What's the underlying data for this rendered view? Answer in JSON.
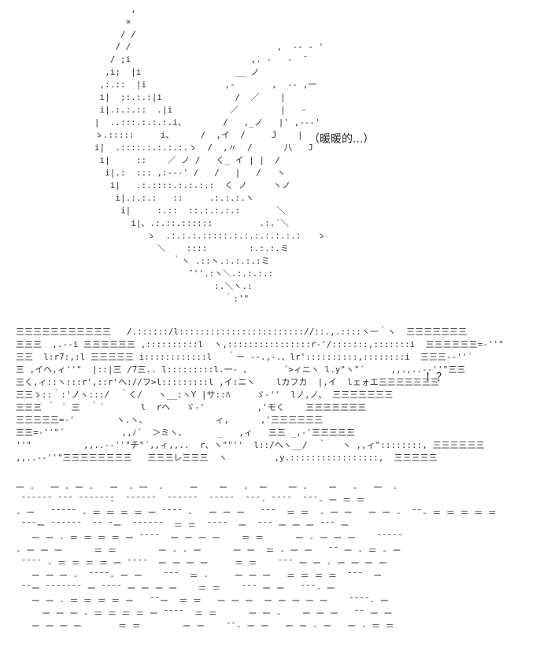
{
  "art": {
    "hand": "          ,\n         ∝\n        / /\n       / /                            ,  -- ‐ '\n      / ;i                       ,. -   -  ̄\n     ,i;  |i                  __ ノ\n    ,:.::  |i               ,‐       ,  ‐- ,一\n    i|  ;:.:.:|i              /  ／    |\n    i|.:.:.::  .|i           ／        |   -\n   |  ..:::.:.:.:.i、       /   ,_ノ   |' ,--‐'\n   ゝ.:::::     i、     /  ,イ  /     J    |\n   i|  .::::.:.:.:.:.ゝ  /  ,〃  /      八   J\n    i|     ::    ／ ノ /   く_ イ | |  /\n     i|.:  ::: ,:---' /   /   |   /   ヽ\n      i|   .:.::::.:.:.:.:  く ノ     ヽノ\n       i|.:.:.:   ::     .:.:.:.ヽ\n        i|     :.::  ::.:.:.:.:       ＼\n          i|、.:.::.::::::         .:.´＼\n             ゝ  .:.:.:.:::::.:.:.:.:.:.:.:   ゝ\n               ＼    ::::        :.:.:.ミ\n                  ｀ヽ .::ヽ.:.:.:.:ミ\n                     ″''.:ヽ＼.:.:.:.:\n                          :.＼ヽ.:\n                            ｀:'\"",
    "mid": "三三三三三三三三三三三   /.::::::/l:::::::::::::::::::::::://::.,.::::ヽ一｀ヽ  三三三三三三三\n三三三  ,.--i 三三三三三三 ,::::::::::l  ヽ,::::::::::::::::r-'/:::::::,:::::::i  三三三三三三=‐''\"\n三三  l:r7:,:l 三三三三三 i::::::::::::l   ｀ー --.,-.、lr'::::::::::,::::::::i  三三三-‐''´\n三 ,イヘ,ィ''\"  |::|三 /7三.. l:::::::::l.一‐ 、      ´>ィニヽ l.y\"ヽ\"´     ,,.,..-‐''\"三三\n三く,ィ::ヽ:::r',::r'ヘ://フ>l:::::::::l ,イ:ニヽ    lカフカ  |,イ  lェォエ三三三三三三三\n三三ゝ::｀:'ノヽ:::/  ｀く/   ヽ__:ヽY |サ::ﾊ     ゞ-''  lノ,ノ、 三三三三三三三\n三三三 ｀ ´ 三  ｀´       l  rヘ   ゞ-'          ,'モく    三三三三三三三\n三三三三三=‐'        ヽ.ヽ、             ィ,      ,'三三三三三三\n三三=‐''\"´           ,,ﾉ´  ＞ミヽ、      _   ,ィ   三三 _,-'三三三三三\n''\"          ,,..-‐''\"チ\"´,,ィ,,..  r、ヽ\"\"''  l::/へヽ__/  ｀   ヽ ,,ィ\"::::::::, 三三三三三三\n,,..-‐''\"三三三三三三三三   三三三レ三三三  ヽ         ,y.:::::::::::::::::,  三三三三三",
    "ground": "一 -   一 - ー ‐   ー  - 一  -     ー    ー   ‐  ー    一 -    ー   -   一  -\n ̄ ̄ ̄ ̄ ̄ ̄  ̄ ̄ ̄  ̄ ̄ ̄ ̄ ̄ ̄ ̄‐  ̄ ̄ ̄ ̄ ̄ ̄   ̄ ̄ ̄ ̄ ̄ ̄   ̄ ̄ ̄ ̄ ̄   ̄ ̄ ̄ ‐ ̄ ̄ ̄ ̄   ̄ ̄ ̄ ‐ ー ＝ ＝\n‐ ー   ̄ ̄ ̄ ̄ ̄  ‐ ＝ ＝ ＝ ＝ ー ̄ ̄ ̄ ̄  ‐   ー ー ー   ̄ ̄ ̄   ＝ ＝  ‐ ー ー   ー ー ‐  ̄ ̄ ‐ ＝ ＝ ＝ ＝ ＝\n ̄ ̄ ̄ ー ̄ ̄ ̄ ̄ ̄ ̄   ̄ ̄  ̄ ー  ̄ ̄ ̄ ̄ ̄ ̄   ＝ ＝  ̄ ̄ ̄ ̄   ー  ̄ ̄ ̄  ー ー ー ̄ ̄ ̄  ー\n   ー ー ‐ ＝ ＝ ＝ ＝ ー ̄ ̄ ̄ ̄   ー ー ー ー    ＝ ＝      ー ‐ ー ー ー    ̄ ̄ ̄ ̄ ̄\n‐ ー ー ー      ＝ ＝        ー ‐ ‐ ー      ー ー  ＝ ‐ ー ー   ̄ ̄  ー ‐ ＝ ‐ ー\n ̄ ̄ ̄ ̄  ‐ ＝ ＝ ＝ ＝ ー ̄ ̄ ̄ ̄   ー ー ー ー     ＝ ＝    ̄ ̄ ̄  ー ー ‐ ー ー ー ー\n   ー ー ー ‐  ̄ ̄ ̄ ̄ ‐ ー ー    ̄ ̄ ̄   ＝ ‐     ー ー ー   ＝ ＝ ＝ ＝  ̄ ̄ ̄   ー\n ̄ ̄ ー ̄ ̄ ̄ ̄ ̄ ̄ ̄  ー ̄ ̄ ̄ ̄  ー ー ー ー    ＝ ＝    ̄ ̄ ̄  ー ー   ̄ ̄ ̄ ‐ ー\n   ー ー ‐ ＝ ＝ ＝ ＝ ー   ̄ ̄ ー  ＝ ＝   ー ー ー  ー ー ー ー ー    ̄ ̄ ̄ ̄ ‐ ー\n     ー ー ー ‐ ＝ ＝ ＝ ＝ ー ̄ ̄ ̄ ̄   ＝ ＝      ー ー ‐    ー ー ー   ̄ ̄  ー ー\n   ー ー ー ー       ＝ ＝        ー ー    ̄ ̄ ‐ ー ー   ー ー ‐ ー   ー ‐ ＝ ＝"
  },
  "captions": {
    "warm": "（暖暖的...）",
    "exclaim": "！？"
  }
}
